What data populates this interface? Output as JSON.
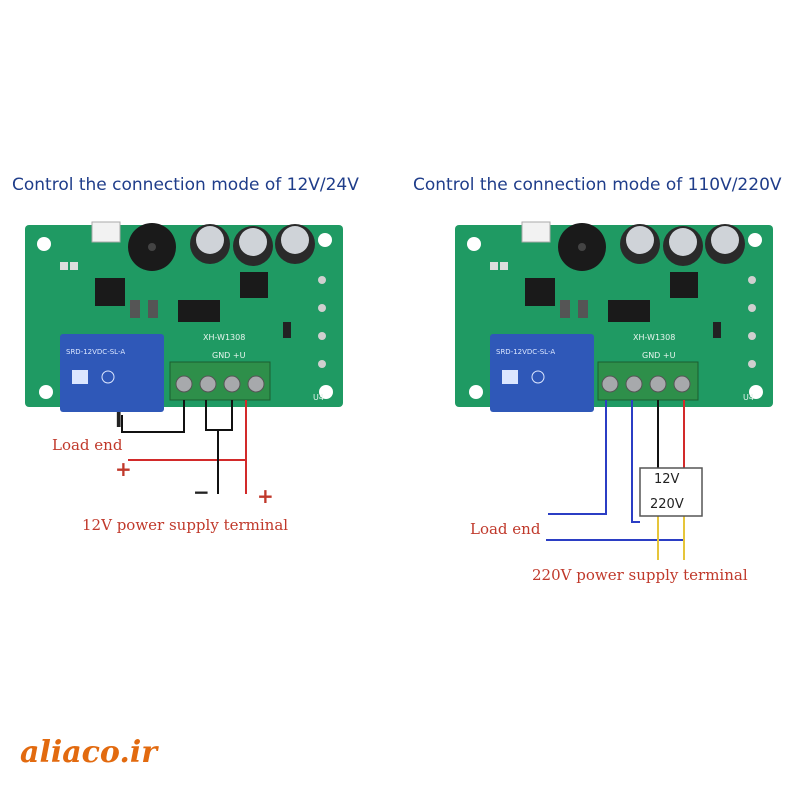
{
  "left_panel": {
    "title": "Control the connection mode of 12V/24V",
    "load_label": "Load end",
    "supply_label": "12V power supply terminal",
    "plus_sign": "+",
    "minus_sign": "−",
    "relay_text": "SRD-12VDC-SL-A",
    "board_text": "XH-W1308",
    "pin_text": "GND +U",
    "corner_text": "U4"
  },
  "right_panel": {
    "title": "Control the connection mode of 110V/220V",
    "load_label": "Load end",
    "supply_label": "220V power supply terminal",
    "adapter_top": "12V",
    "adapter_bottom": "220V",
    "relay_text": "SRD-12VDC-SL-A",
    "board_text": "XH-W1308",
    "pin_text": "GND +U",
    "corner_text": "U4"
  },
  "watermark": "aliaco.ir",
  "colors": {
    "pcb": "#1f9a63",
    "relay": "#2f58b8",
    "terminal": "#2e8f4a",
    "wire_black": "#111111",
    "wire_red": "#d22a2a",
    "wire_blue": "#2b3ec4",
    "wire_yellow": "#e6c53a",
    "title": "#1f3d8a",
    "label": "#c0392b",
    "watermark": "#e26a0f"
  }
}
